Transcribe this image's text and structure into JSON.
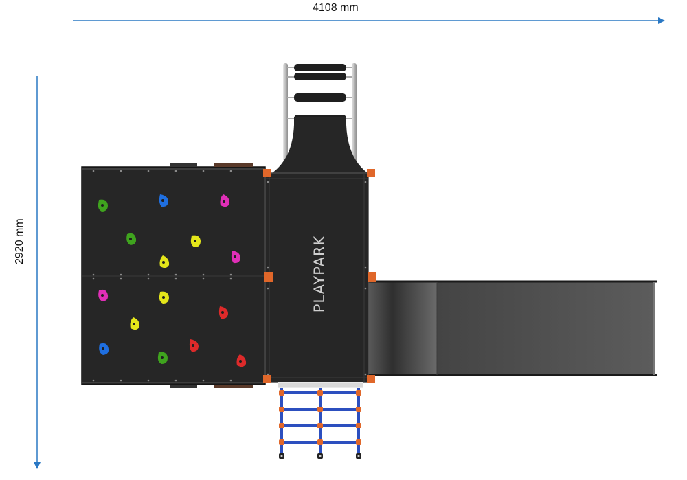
{
  "dimensions": {
    "width_label": "4108 mm",
    "height_label": "2920 mm"
  },
  "platform": {
    "brand_text": "PLAYPARK"
  },
  "colors": {
    "arrow": "#2a78c4",
    "panel": "#262626",
    "panel_edge": "#3a3a3a",
    "corner_bracket": "#e0672a",
    "slide_dark": "#4a4a4a",
    "slide_light": "#6e6e6e",
    "ladder_rail": "#c9c9c9",
    "net_rope": "#2c4fbf",
    "net_joint": "#e0672a"
  },
  "climbing_holds": {
    "colors": {
      "green": "#3fa31e",
      "blue": "#1f6fe0",
      "magenta": "#e02fb7",
      "yellow": "#e4e61a",
      "red": "#dd2a2a"
    },
    "sequence": [
      "green",
      "blue",
      "magenta",
      "green",
      "yellow",
      "magenta",
      "yellow",
      "magenta",
      "yellow",
      "red",
      "yellow",
      "blue",
      "green",
      "red",
      "red"
    ]
  },
  "icons": {
    "width_arrow": "arrow-right-icon",
    "height_arrow": "arrow-down-icon"
  }
}
